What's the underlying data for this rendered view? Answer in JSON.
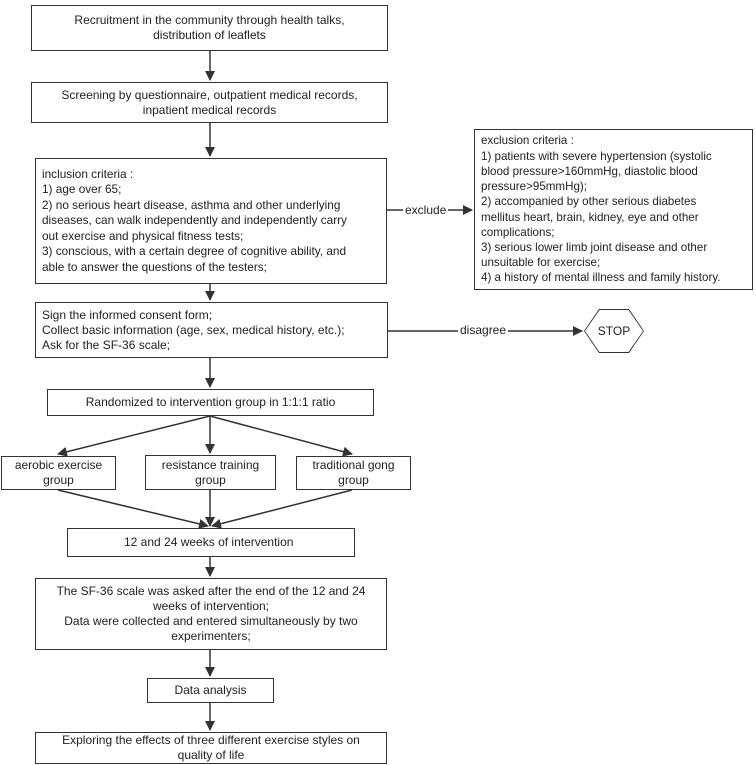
{
  "boxes": {
    "recruitment": [
      "Recruitment in the community through health talks,",
      "distribution of leaflets"
    ],
    "screening": [
      "Screening by questionnaire, outpatient medical records,",
      "inpatient medical records"
    ],
    "inclusion": [
      "inclusion criteria :",
      "1) age over 65;",
      "2) no serious heart disease, asthma and other underlying",
      "diseases, can walk independently and independently carry",
      "out exercise and physical fitness tests;",
      "3) conscious, with a certain degree of cognitive ability, and",
      "able to answer the questions of the testers;"
    ],
    "exclusion": [
      "exclusion criteria :",
      "1) patients with severe hypertension (systolic",
      "blood pressure>160mmHg, diastolic blood",
      "pressure>95mmHg);",
      "2) accompanied by other serious diabetes",
      "mellitus heart, brain, kidney, eye and other",
      "complications;",
      "3) serious lower limb joint disease and other",
      "unsuitable for exercise;",
      "4) a history of mental illness and family history."
    ],
    "consent": [
      "Sign the informed consent form;",
      "Collect basic information (age, sex, medical history, etc.);",
      "Ask for the SF-36 scale;"
    ],
    "stop": "STOP",
    "randomized": "Randomized to intervention group in 1:1:1 ratio",
    "aerobic": [
      "aerobic exercise",
      "group"
    ],
    "resistance": [
      "resistance training",
      "group"
    ],
    "gong": [
      "traditional gong",
      "group"
    ],
    "intervention": "12 and 24 weeks of intervention",
    "sf36": [
      "The SF-36 scale was asked after the end of the 12 and 24",
      "weeks of intervention;",
      "Data were collected and entered simultaneously by two",
      "experimenters;"
    ],
    "analysis": "Data analysis",
    "exploring": [
      "Exploring the effects of three different exercise styles on",
      "quality of life"
    ]
  },
  "edge_labels": {
    "exclude": "exclude",
    "disagree": "disagree"
  },
  "colors": {
    "stroke": "#333333",
    "text": "#222222",
    "background": "#ffffff"
  }
}
